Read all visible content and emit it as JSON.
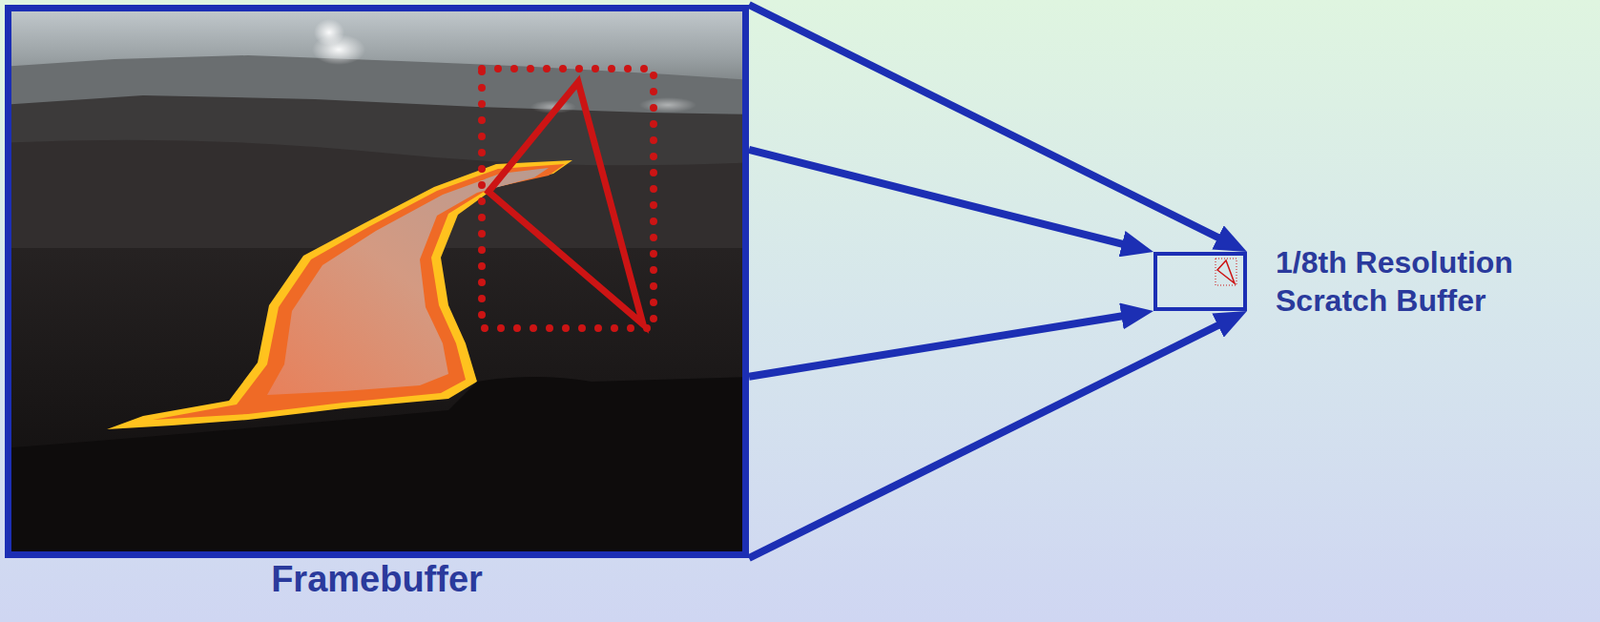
{
  "diagram": {
    "nodes": [
      {
        "text": [
          "Framebuffer"
        ]
      },
      {
        "text": [
          "1/8th Resolution Scratch Buffer"
        ]
      }
    ],
    "edges": [
      {
        "from": 0,
        "to": 1,
        "arrow": "to"
      },
      {
        "from": 0,
        "to": 1,
        "arrow": "to"
      },
      {
        "from": 0,
        "to": 1,
        "arrow": "to"
      },
      {
        "from": 0,
        "to": 1,
        "arrow": "to"
      }
    ]
  }
}
